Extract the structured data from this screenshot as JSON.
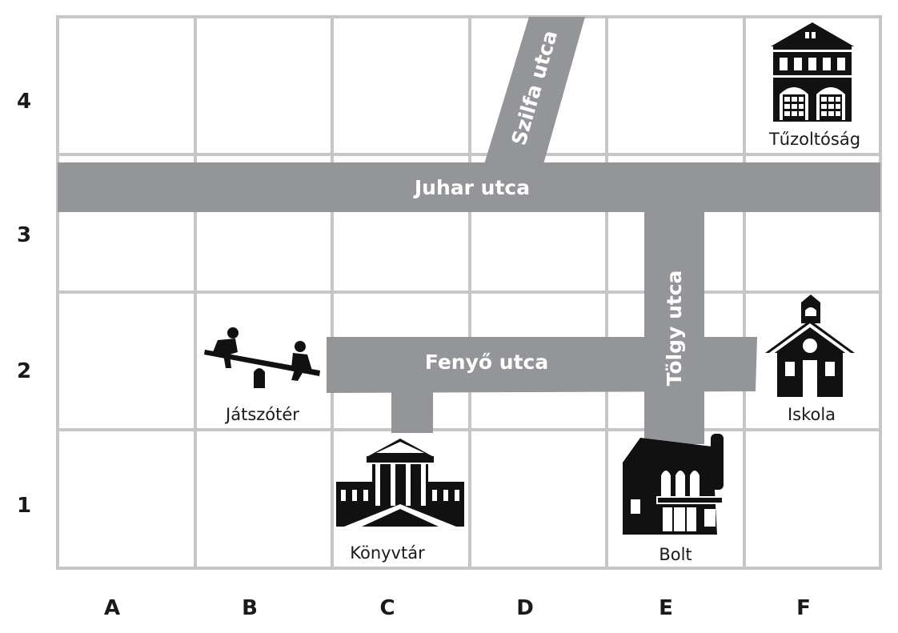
{
  "map": {
    "columns": [
      "A",
      "B",
      "C",
      "D",
      "E",
      "F"
    ],
    "rows": [
      "4",
      "3",
      "2",
      "1"
    ],
    "colors": {
      "grid": "#c6c6c6",
      "street": "#939598",
      "icon": "#111111",
      "street_text": "#ffffff"
    },
    "streets": {
      "juhar": "Juhar utca",
      "szilfa": "Szilfa utca",
      "tolgy": "Tölgy utca",
      "fenyo": "Fenyő utca"
    },
    "places": {
      "fire_station": {
        "label": "Tűzoltóság",
        "icon": "fire-station-icon",
        "cell": "F4"
      },
      "playground": {
        "label": "Játszótér",
        "icon": "seesaw-icon",
        "cell": "B2"
      },
      "school": {
        "label": "Iskola",
        "icon": "school-icon",
        "cell": "F2"
      },
      "library": {
        "label": "Könyvtár",
        "icon": "library-icon",
        "cell": "C1"
      },
      "shop": {
        "label": "Bolt",
        "icon": "shop-icon",
        "cell": "E1"
      }
    }
  }
}
